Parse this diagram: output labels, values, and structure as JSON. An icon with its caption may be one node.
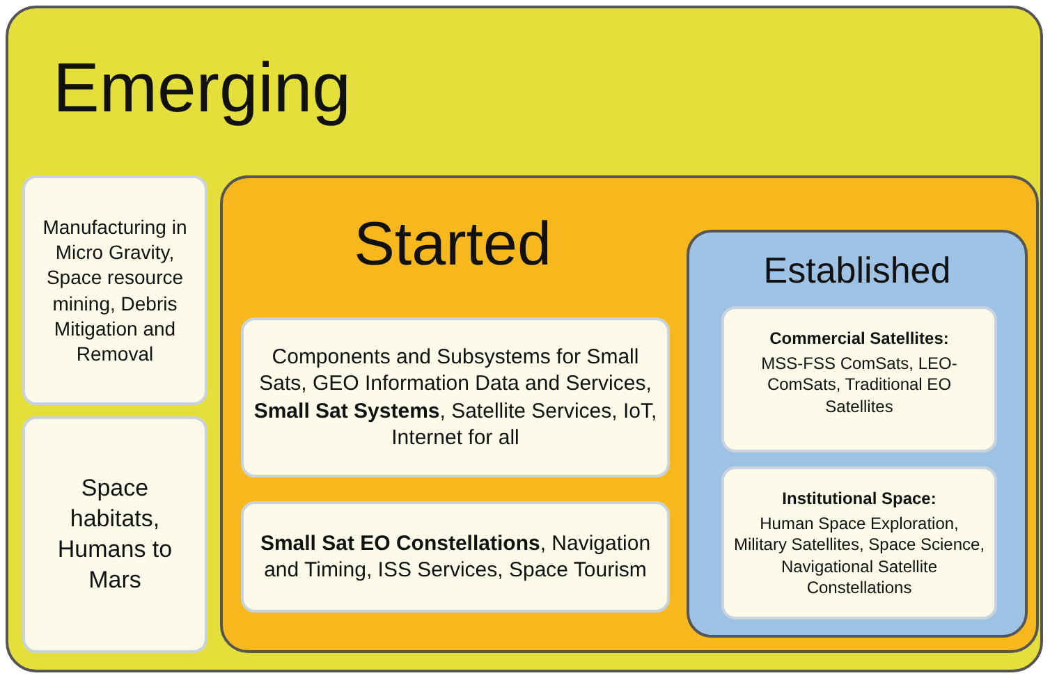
{
  "diagram": {
    "nodes": [
      {
        "text": [
          "Emerging"
        ]
      },
      {
        "text": [
          "Manufacturing in Micro Gravity, Space resource mining, Debris Mitigation and Removal"
        ],
        "in": 0
      },
      {
        "text": [
          "Space habitats, Humans to Mars"
        ],
        "in": 0
      },
      {
        "text": [
          "Started"
        ],
        "in": 0
      },
      {
        "text": [
          "Components and Subsystems for Small Sats, GEO Information Data and Services, **Small Sat Systems**, Satellite Services, IoT, Internet for all"
        ],
        "in": 3
      },
      {
        "text": [
          "**Small Sat EO Constellations**, Navigation and Timing, ISS Services,  Space Tourism"
        ],
        "in": 3
      },
      {
        "text": [
          "Established"
        ],
        "in": 3
      },
      {
        "text": [
          "Commercial Satellites:",
          "MSS-FSS ComSats, LEO-ComSats, Traditional EO Satellites"
        ],
        "in": 6
      },
      {
        "text": [
          "Institutional Space:",
          "Human Space Exploration, Military Satellites, Space Science, Navigational Satellite Constellations"
        ],
        "in": 6
      }
    ]
  }
}
